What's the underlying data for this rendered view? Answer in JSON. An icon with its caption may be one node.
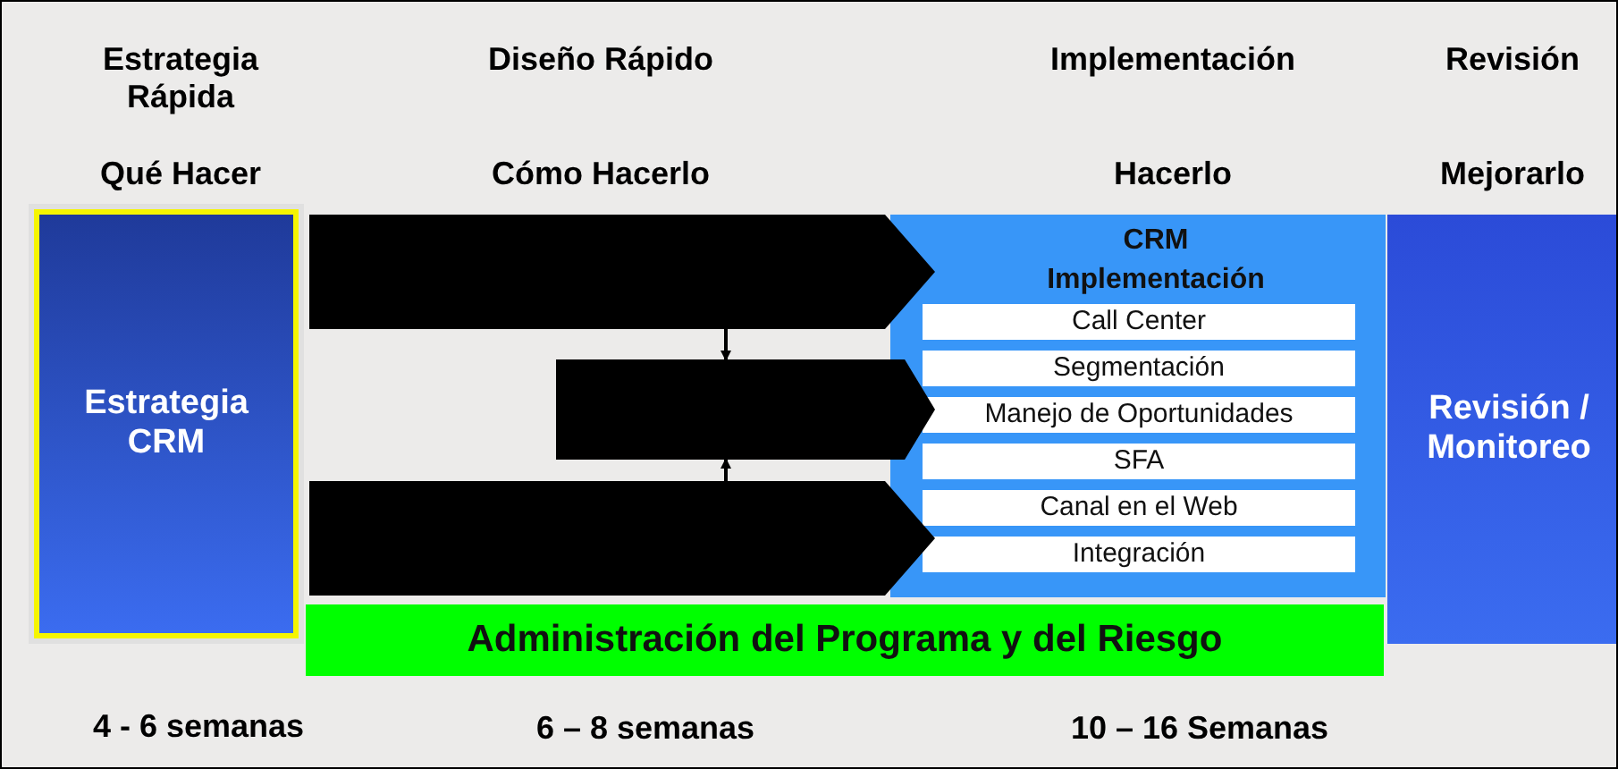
{
  "diagram": {
    "nodes": [
      {
        "text": [
          "Estrategia CRM"
        ]
      },
      {
        "text": [],
        "shape": "arrow"
      },
      {
        "text": [],
        "shape": "arrow"
      },
      {
        "text": [],
        "shape": "arrow"
      },
      {
        "text": [
          "CRM Implementación"
        ]
      },
      {
        "text": [
          "Call Center"
        ],
        "in": 4
      },
      {
        "text": [
          "Segmentación"
        ],
        "in": 4
      },
      {
        "text": [
          "Manejo de Oportunidades"
        ],
        "in": 4
      },
      {
        "text": [
          "SFA"
        ],
        "in": 4
      },
      {
        "text": [
          "Canal en el Web"
        ],
        "in": 4
      },
      {
        "text": [
          "Integración"
        ],
        "in": 4
      },
      {
        "text": [
          "Revisión / Monitoreo"
        ]
      },
      {
        "text": [
          "Administración del Programa y del Riesgo"
        ]
      }
    ],
    "edges": [
      {
        "from": 1,
        "to": 2,
        "arrow": "to"
      },
      {
        "from": 3,
        "to": 2,
        "arrow": "to"
      }
    ],
    "labels": [
      "Estrategia Rápida",
      "Diseño Rápido",
      "Implementación",
      "Revisión",
      "Qué Hacer",
      "Cómo Hacerlo",
      "Hacerlo",
      "Mejorarlo",
      "4 - 6 semanas",
      "6 – 8 semanas",
      "10 – 16 Semanas"
    ]
  }
}
